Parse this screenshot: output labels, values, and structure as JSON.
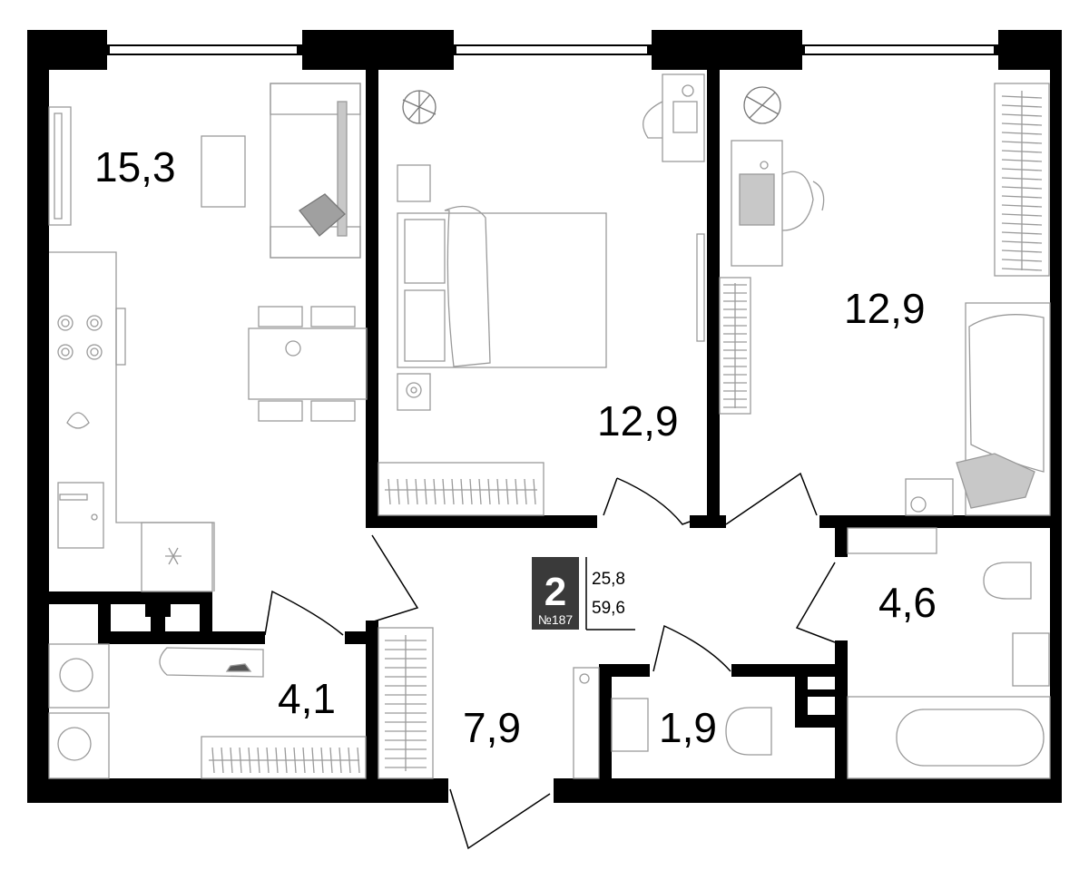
{
  "plan": {
    "rooms": [
      {
        "id": "living-kitchen",
        "area": "15,3"
      },
      {
        "id": "bedroom",
        "area": "12,9"
      },
      {
        "id": "second-room",
        "area": "12,9"
      },
      {
        "id": "bathroom",
        "area": "4,6"
      },
      {
        "id": "utility",
        "area": "4,1"
      },
      {
        "id": "hallway",
        "area": "7,9"
      },
      {
        "id": "toilet",
        "area": "1,9"
      }
    ],
    "badge": {
      "rooms_count": "2",
      "apartment_number": "№187",
      "living_area": "25,8",
      "total_area": "59,6"
    }
  },
  "colors": {
    "wall": "#000000",
    "furniture_line": "#9a9a9a",
    "furniture_fill": "#c8c8c8",
    "badge_bg": "#3a3a3a"
  }
}
